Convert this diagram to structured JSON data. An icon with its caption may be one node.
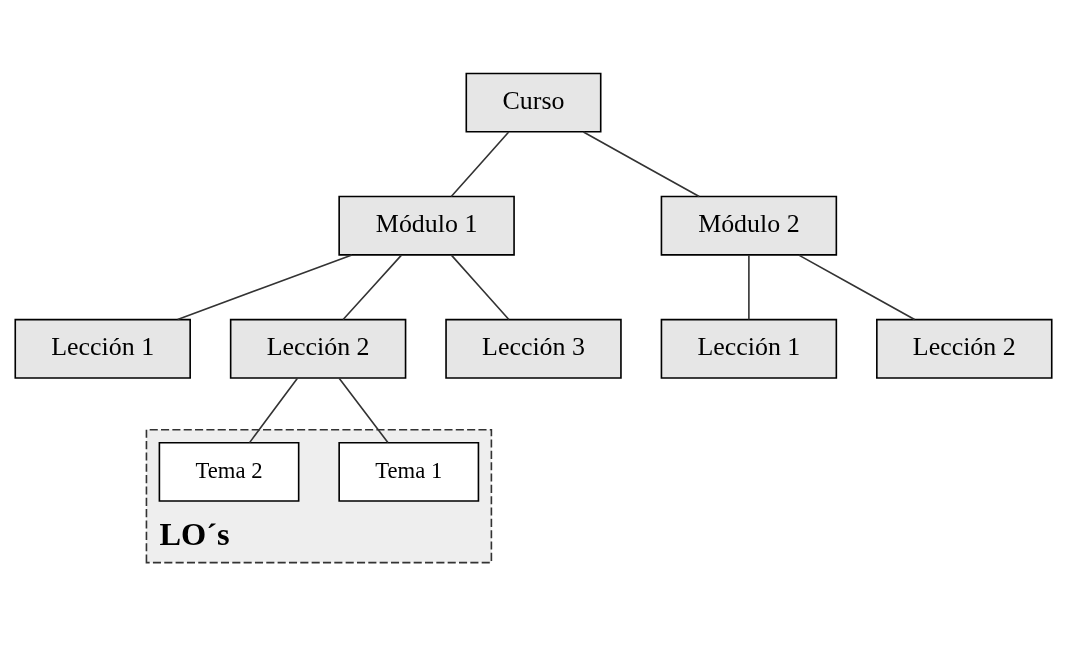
{
  "diagram": {
    "nodes": [
      {
        "text": [
          "Curso"
        ]
      },
      {
        "text": [
          "Módulo 1"
        ]
      },
      {
        "text": [
          "Módulo 2"
        ]
      },
      {
        "text": [
          "Lección 1"
        ]
      },
      {
        "text": [
          "Lección 2"
        ]
      },
      {
        "text": [
          "Lección 3"
        ]
      },
      {
        "text": [
          "Lección 1"
        ]
      },
      {
        "text": [
          "Lección 2"
        ]
      },
      {
        "text": [
          "LO´s"
        ]
      },
      {
        "text": [
          "Tema 1"
        ],
        "in": 8
      },
      {
        "text": [
          "Tema 2"
        ],
        "in": 8
      }
    ],
    "edges": [
      {
        "from": 0,
        "to": 1,
        "arrow": "none"
      },
      {
        "from": 0,
        "to": 2,
        "arrow": "none"
      },
      {
        "from": 1,
        "to": 3,
        "arrow": "none"
      },
      {
        "from": 1,
        "to": 4,
        "arrow": "none"
      },
      {
        "from": 1,
        "to": 5,
        "arrow": "none"
      },
      {
        "from": 2,
        "to": 6,
        "arrow": "none"
      },
      {
        "from": 2,
        "to": 7,
        "arrow": "none"
      },
      {
        "from": 4,
        "to": 9,
        "arrow": "none"
      },
      {
        "from": 4,
        "to": 10,
        "arrow": "none"
      }
    ]
  }
}
